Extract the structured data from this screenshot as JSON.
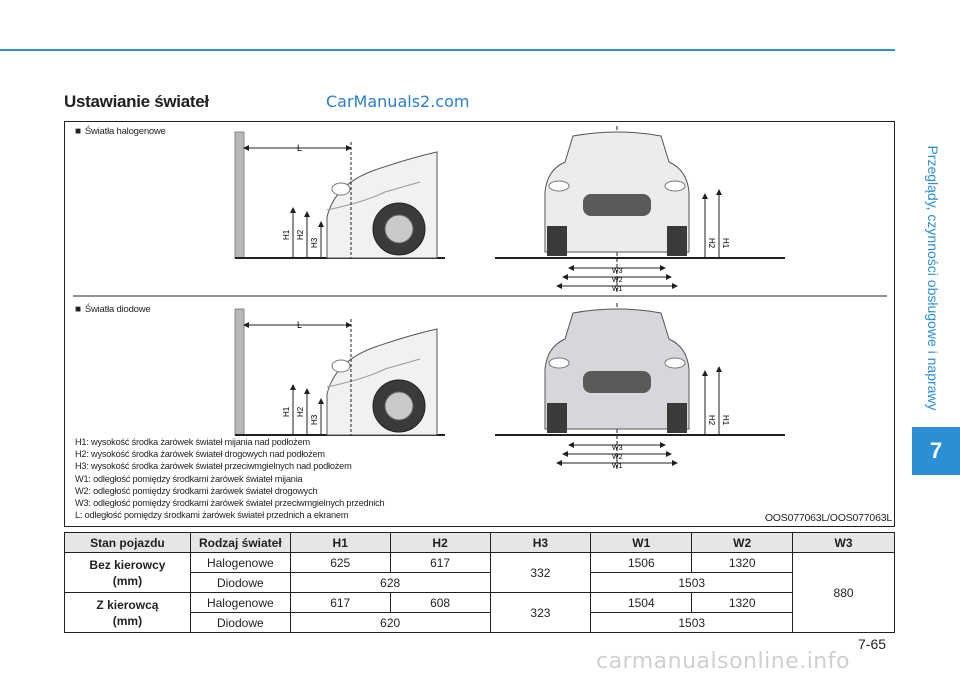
{
  "page": {
    "title": "Ustawianie świateł",
    "watermark_top": "CarManuals2.com",
    "side_title": "Przeglądy, czynności obsługowe i naprawy",
    "chapter": "7",
    "page_number": "7-65",
    "watermark_bottom": "carmanualsonline.info"
  },
  "figure": {
    "section_halogen": "Światła halogenowe",
    "section_led": "Światła diodowe",
    "dim_labels": {
      "L": "L",
      "H1": "H1",
      "H2": "H2",
      "H3": "H3",
      "W1": "W1",
      "W2": "W2",
      "W3": "W3"
    },
    "notes": [
      "H1: wysokość środka żarówek świateł mijania nad podłożem",
      "H2: wysokość środka żarówek świateł drogowych nad podłożem",
      "H3: wysokość środka żarówek świateł przeciwmgielnych nad podłożem",
      "W1: odległość pomiędzy środkami żarówek świateł mijania",
      "W2: odległość pomiędzy środkami żarówek świateł drogowych",
      "W3: odległość pomiędzy środkami żarówek świateł przeciwmgielnych przednich",
      "L: odległość pomiędzy środkami żarówek świateł przednich a ekranem"
    ],
    "code": "OOS077063L/OOS077063L"
  },
  "table": {
    "headers": [
      "Stan pojazdu",
      "Rodzaj świateł",
      "H1",
      "H2",
      "H3",
      "W1",
      "W2",
      "W3"
    ],
    "group1": {
      "label_line1": "Bez kierowcy",
      "label_line2": "(mm)"
    },
    "group2": {
      "label_line1": "Z kierowcą",
      "label_line2": "(mm)"
    },
    "rows": {
      "unladen_halogen": {
        "type": "Halogenowe",
        "h1": "625",
        "h2": "617",
        "w1": "1506",
        "w2": "1320"
      },
      "unladen_led": {
        "type": "Diodowe",
        "h12": "628",
        "w12": "1503"
      },
      "unladen_h3": "332",
      "w3": "880",
      "driver_halogen": {
        "type": "Halogenowe",
        "h1": "617",
        "h2": "608",
        "w1": "1504",
        "w2": "1320"
      },
      "driver_led": {
        "type": "Diodowe",
        "h12": "620",
        "w12": "1503"
      },
      "driver_h3": "323"
    }
  }
}
